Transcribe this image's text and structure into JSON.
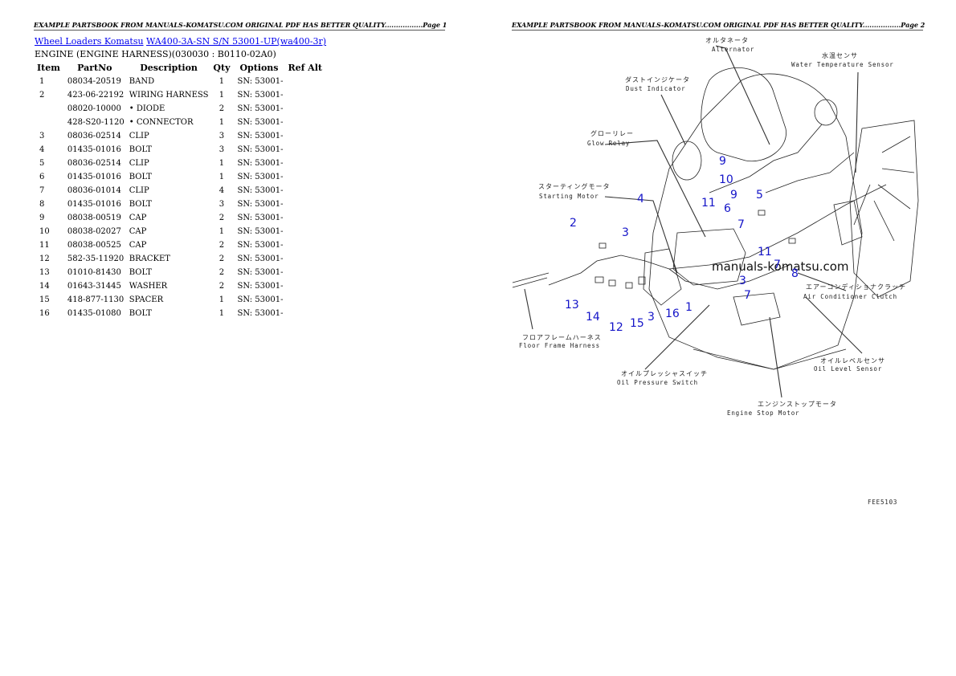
{
  "left_page": {
    "header": "EXAMPLE PARTSBOOK FROM MANUALS-KOMATSU.COM ORIGINAL PDF HAS BETTER QUALITY.................Page 1",
    "breadcrumb": {
      "link1": "Wheel Loaders Komatsu",
      "link2": "WA400-3A-SN S/N 53001-UP(wa400-3r)"
    },
    "subtitle": "ENGINE (ENGINE HARNESS)(030030 : B0110-02A0)",
    "columns": [
      "Item",
      "PartNo",
      "Description",
      "Qty",
      "Options",
      "Ref Alt"
    ],
    "rows": [
      {
        "item": "1",
        "partno": "08034-20519",
        "desc": "BAND",
        "qty": "1",
        "options": "SN: 53001-",
        "refalt": ""
      },
      {
        "item": "2",
        "partno": "423-06-22192",
        "desc": "WIRING HARNESS",
        "qty": "1",
        "options": "SN: 53001-",
        "refalt": ""
      },
      {
        "item": "",
        "partno": "08020-10000",
        "desc": "• DIODE",
        "qty": "2",
        "options": "SN: 53001-",
        "refalt": ""
      },
      {
        "item": "",
        "partno": "428-S20-1120",
        "desc": "• CONNECTOR",
        "qty": "1",
        "options": "SN: 53001-",
        "refalt": ""
      },
      {
        "item": "3",
        "partno": "08036-02514",
        "desc": "CLIP",
        "qty": "3",
        "options": "SN: 53001-",
        "refalt": ""
      },
      {
        "item": "4",
        "partno": "01435-01016",
        "desc": "BOLT",
        "qty": "3",
        "options": "SN: 53001-",
        "refalt": ""
      },
      {
        "item": "5",
        "partno": "08036-02514",
        "desc": "CLIP",
        "qty": "1",
        "options": "SN: 53001-",
        "refalt": ""
      },
      {
        "item": "6",
        "partno": "01435-01016",
        "desc": "BOLT",
        "qty": "1",
        "options": "SN: 53001-",
        "refalt": ""
      },
      {
        "item": "7",
        "partno": "08036-01014",
        "desc": "CLIP",
        "qty": "4",
        "options": "SN: 53001-",
        "refalt": ""
      },
      {
        "item": "8",
        "partno": "01435-01016",
        "desc": "BOLT",
        "qty": "3",
        "options": "SN: 53001-",
        "refalt": ""
      },
      {
        "item": "9",
        "partno": "08038-00519",
        "desc": "CAP",
        "qty": "2",
        "options": "SN: 53001-",
        "refalt": ""
      },
      {
        "item": "10",
        "partno": "08038-02027",
        "desc": "CAP",
        "qty": "1",
        "options": "SN: 53001-",
        "refalt": ""
      },
      {
        "item": "11",
        "partno": "08038-00525",
        "desc": "CAP",
        "qty": "2",
        "options": "SN: 53001-",
        "refalt": ""
      },
      {
        "item": "12",
        "partno": "582-35-11920",
        "desc": "BRACKET",
        "qty": "2",
        "options": "SN: 53001-",
        "refalt": ""
      },
      {
        "item": "13",
        "partno": "01010-81430",
        "desc": "BOLT",
        "qty": "2",
        "options": "SN: 53001-",
        "refalt": ""
      },
      {
        "item": "14",
        "partno": "01643-31445",
        "desc": "WASHER",
        "qty": "2",
        "options": "SN: 53001-",
        "refalt": ""
      },
      {
        "item": "15",
        "partno": "418-877-1130",
        "desc": "SPACER",
        "qty": "1",
        "options": "SN: 53001-",
        "refalt": ""
      },
      {
        "item": "16",
        "partno": "01435-01080",
        "desc": "BOLT",
        "qty": "1",
        "options": "SN: 53001-",
        "refalt": ""
      }
    ]
  },
  "right_page": {
    "header": "EXAMPLE PARTSBOOK FROM MANUALS-KOMATSU.COM ORIGINAL PDF HAS BETTER QUALITY.................Page 2",
    "watermark": "manuals-komatsu.com",
    "labels": {
      "alternator_jp": "オルタネータ",
      "alternator": "Alternator",
      "water_temp_jp": "水温センサ",
      "water_temp": "Water Temperature Sensor",
      "dust_jp": "ダストインジケータ",
      "dust": "Dust Indicator",
      "glow_jp": "グローリレー",
      "glow": "Glow Relay",
      "starting_jp": "スターティングモータ",
      "starting": "Starting Motor",
      "aircon_jp": "エアーコンディショナクラッチ",
      "aircon": "Air Conditioner Clutch",
      "floor_jp": "フロアフレームハーネス",
      "floor": "Floor Frame Harness",
      "oilpress_jp": "オイルプレッシャスイッチ",
      "oilpress": "Oil Pressure Switch",
      "oillevel_jp": "オイルレベルセンサ",
      "oillevel": "Oil Level Sensor",
      "engstop_jp": "エンジンストップモータ",
      "engstop": "Engine Stop Motor",
      "figcode": "FEE5103"
    },
    "callouts": [
      "9",
      "10",
      "9",
      "5",
      "4",
      "11",
      "6",
      "7",
      "2",
      "3",
      "11",
      "7",
      "8",
      "3",
      "7",
      "13",
      "14",
      "12",
      "15",
      "3",
      "16",
      "1"
    ]
  }
}
